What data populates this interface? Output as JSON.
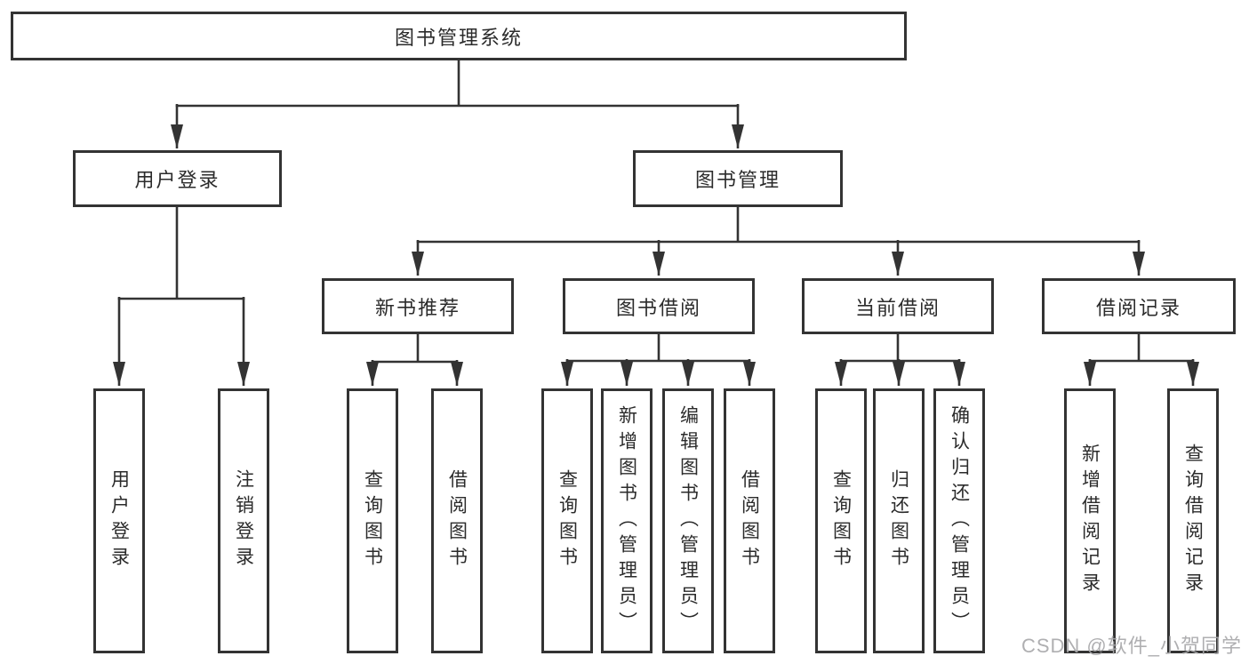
{
  "diagram": {
    "type": "hierarchy-functional-structure",
    "colors": {
      "line": "#333333",
      "text": "#2b2b2b",
      "box_background": "#ffffff",
      "watermark": "#a8a8aa"
    },
    "tree": {
      "label": "图书管理系统",
      "children": [
        {
          "label": "用户登录",
          "children": [
            {
              "label": "用户登录"
            },
            {
              "label": "注销登录"
            }
          ]
        },
        {
          "label": "图书管理",
          "children": [
            {
              "label": "新书推荐",
              "children": [
                {
                  "label": "查询图书"
                },
                {
                  "label": "借阅图书"
                }
              ]
            },
            {
              "label": "图书借阅",
              "children": [
                {
                  "label": "查询图书"
                },
                {
                  "label": "新增图书（管理员）"
                },
                {
                  "label": "编辑图书（管理员）"
                },
                {
                  "label": "借阅图书"
                }
              ]
            },
            {
              "label": "当前借阅",
              "children": [
                {
                  "label": "查询图书"
                },
                {
                  "label": "归还图书"
                },
                {
                  "label": "确认归还（管理员）"
                }
              ]
            },
            {
              "label": "借阅记录",
              "children": [
                {
                  "label": "新增借阅记录"
                },
                {
                  "label": "查询借阅记录"
                }
              ]
            }
          ]
        }
      ]
    }
  },
  "watermark": {
    "text": "CSDN @软件_小贺同学"
  }
}
